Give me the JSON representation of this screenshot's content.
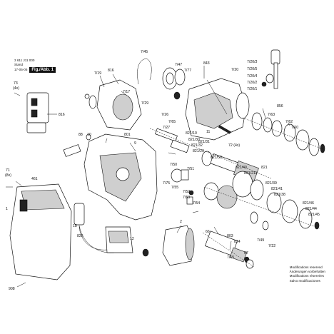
{
  "header": {
    "part_number": "3 611 J11 000",
    "stand_label": "Stand",
    "date": "17-05-05",
    "figure_label": "Fig./Abb. 1",
    "stand_prefix": "Stand"
  },
  "notes": [
    "Modifications reserved",
    "Änderungen vorbehalten",
    "Modifications réservées",
    "Salvo modificaciones"
  ],
  "callouts": {
    "c7_45": "7/45",
    "c843": "843",
    "c7_20_3": "7/20/3",
    "c7_20_5": "7/20/5",
    "c7_20": "7/20",
    "c7_20_4": "7/20/4",
    "c7_20_2": "7/20/2",
    "c7_20_1": "7/20/1",
    "c7_47": "7/47",
    "c7_77": "7/77",
    "c816a": "816",
    "c7_19": "7/19",
    "c7_17": "7/17",
    "c73": "73",
    "c73q": "(4x)",
    "c816b": "816",
    "c856": "856",
    "c7_63": "7/63",
    "c7_62": "7/62",
    "c7_60": "7/60",
    "c7_29": "7/29",
    "c7_26": "7/26",
    "c7_27": "7/27",
    "c7_65": "7/65",
    "c11": "11",
    "c821_10": "821/10",
    "c821_30": "821/30",
    "c821_32": "821/32",
    "c821_20": "821/20",
    "c821_31": "821/31",
    "c821_50": "821/50",
    "c72": "72 (4x)",
    "c821a": "821",
    "c821_40": "821/40",
    "c821_211": "821/211",
    "c821_39": "821/39",
    "c821_41": "821/41",
    "c821_38": "821/38",
    "c821_46": "821/46",
    "c821_44": "821/44",
    "c821_45": "821/45",
    "c88": "88",
    "c10": "10",
    "c801": "801",
    "c9": "9",
    "c71": "71",
    "c71q": "(8x)",
    "c461": "461",
    "c7_51": "7/51",
    "c7_54": "7/54",
    "c7_53": "7/53",
    "c7_55": "7/55",
    "c7_75": "7/75",
    "c7_52": "7/52",
    "c7_50": "7/50",
    "c18": "18",
    "c1": "1",
    "c825": "825",
    "c12": "12",
    "c2": "2",
    "c66": "66",
    "c803": "803",
    "c824": "824",
    "c7_49": "7/49",
    "c7_22": "7/22",
    "c7_15": "7/15",
    "c67": "67",
    "c68": "68",
    "c908": "908"
  }
}
